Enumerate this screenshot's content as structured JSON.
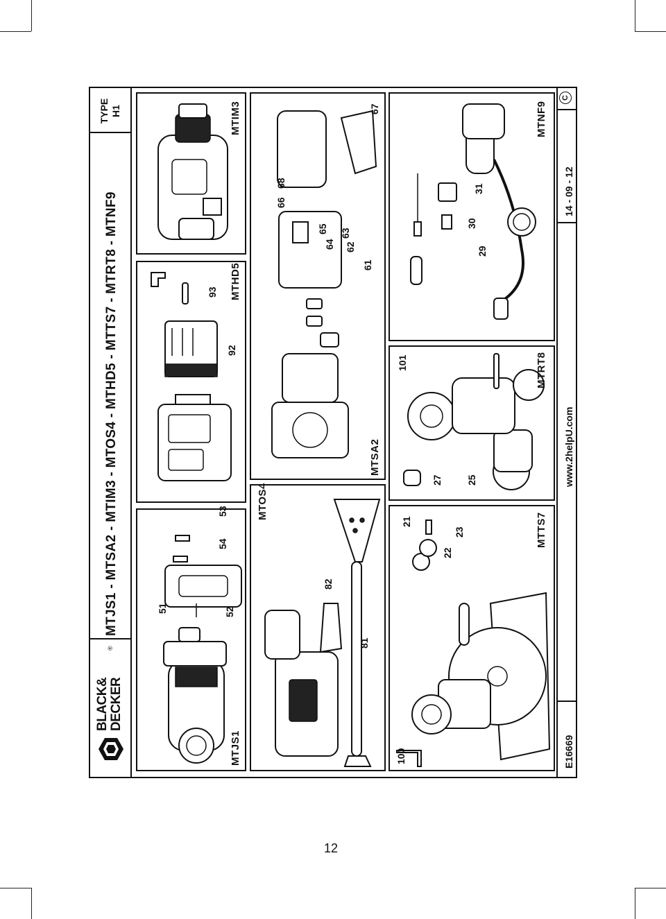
{
  "header": {
    "brand_line1": "BLACK&",
    "brand_line2": "DECKER",
    "registered": "®",
    "title": "MTJS1 - MTSA2 - MTIM3 - MTOS4 - MTHD5 - MTTS7 - MTRT8 - MTNF9",
    "type_label": "TYPE",
    "type_value": "H1"
  },
  "panels": {
    "mtjs1": {
      "label": "MTJS1",
      "parts": [
        "51",
        "52",
        "53",
        "54"
      ]
    },
    "mthd5": {
      "label": "MTHD5",
      "parts": [
        "92",
        "93"
      ]
    },
    "mtim3": {
      "label": "MTIM3"
    },
    "mtos4": {
      "label": "MTOS4",
      "parts": [
        "81",
        "82"
      ]
    },
    "mtsa2": {
      "label": "MTSA2",
      "parts": [
        "61",
        "62",
        "63",
        "64",
        "65",
        "66",
        "67",
        "68"
      ]
    },
    "mtts7": {
      "label": "MTTS7",
      "parts": [
        "100",
        "21",
        "22",
        "23"
      ]
    },
    "mtrt8": {
      "label": "MTRT8",
      "parts": [
        "25",
        "27",
        "101"
      ]
    },
    "mtnf9": {
      "label": "MTNF9",
      "parts": [
        "29",
        "30",
        "31"
      ]
    }
  },
  "footer": {
    "doc_code": "E16669",
    "website": "www.2helpU.com",
    "date": "14 - 09 - 12",
    "copyright": "C"
  },
  "page_number": "12"
}
